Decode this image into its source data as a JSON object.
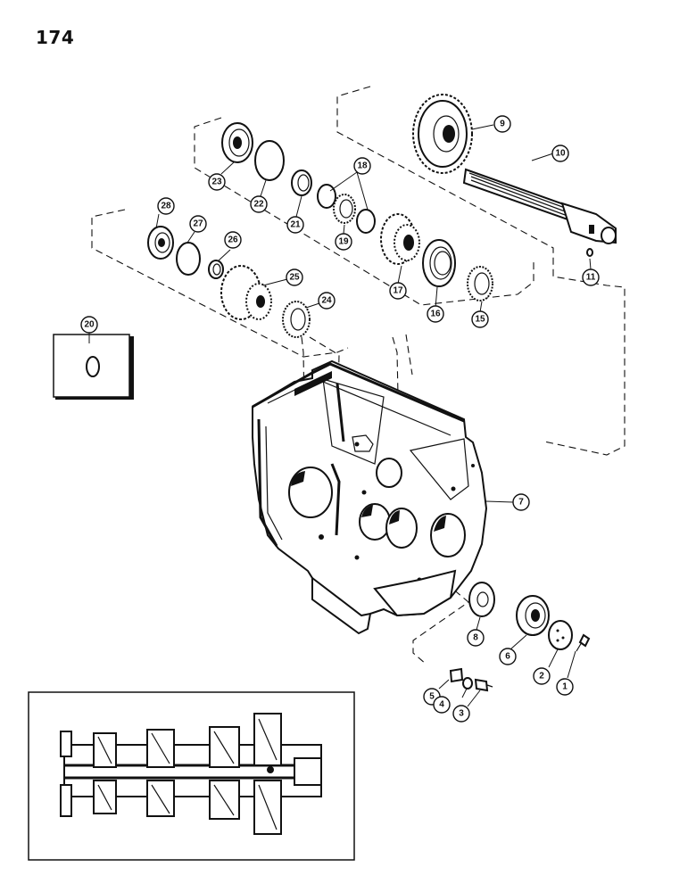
{
  "page": {
    "number": "174"
  },
  "callouts": {
    "c1": "1",
    "c2": "2",
    "c3": "3",
    "c4": "4",
    "c5": "5",
    "c6": "6",
    "c7": "7",
    "c8": "8",
    "c9": "9",
    "c10": "10",
    "c11": "11",
    "c15": "15",
    "c16": "16",
    "c17": "17",
    "c18": "18",
    "c19": "19",
    "c20": "20",
    "c21": "21",
    "c22": "22",
    "c23": "23",
    "c24": "24",
    "c25": "25",
    "c26": "26",
    "c27": "27",
    "c28": "28"
  }
}
